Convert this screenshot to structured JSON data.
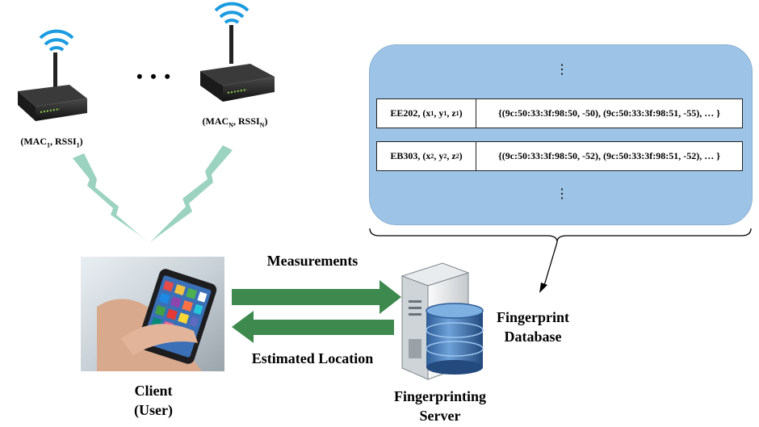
{
  "access_points": [
    {
      "label_main": "(MAC",
      "label_sub1": "1",
      "label_mid": ", RSSI",
      "label_sub2": "1",
      "label_end": ")"
    },
    {
      "label_main": "(MAC",
      "label_sub1": "N",
      "label_mid": ", RSSI",
      "label_sub2": "N",
      "label_end": ")"
    }
  ],
  "ellipsis": "• • •",
  "client": {
    "line1": "Client",
    "line2": "(User)"
  },
  "arrows": {
    "forward_label": "Measurements",
    "backward_label": "Estimated Location"
  },
  "server": {
    "line1": "Fingerprinting",
    "line2": "Server"
  },
  "database": {
    "line1": "Fingerprint",
    "line2": "Database",
    "vdots": "⋮",
    "rows": [
      {
        "id": "EE202",
        "x": "x",
        "xs": "1",
        "y": "y",
        "ys": "1",
        "z": "z",
        "zs": "1",
        "value": "{(9c:50:33:3f:98:50, -50), (9c:50:33:3f:98:51, -55), … }"
      },
      {
        "id": "EB303",
        "x": "x",
        "xs": "2",
        "y": "y",
        "ys": "2",
        "z": "z",
        "zs": "2",
        "value": "{(9c:50:33:3f:98:50, -52), (9c:50:33:3f:98:51, -52), … }"
      }
    ]
  },
  "colors": {
    "signal": "#9bd3c0",
    "arrow": "#3e8a4e",
    "db_panel": "#9dc3e6",
    "wifi": "#1b9be0"
  }
}
